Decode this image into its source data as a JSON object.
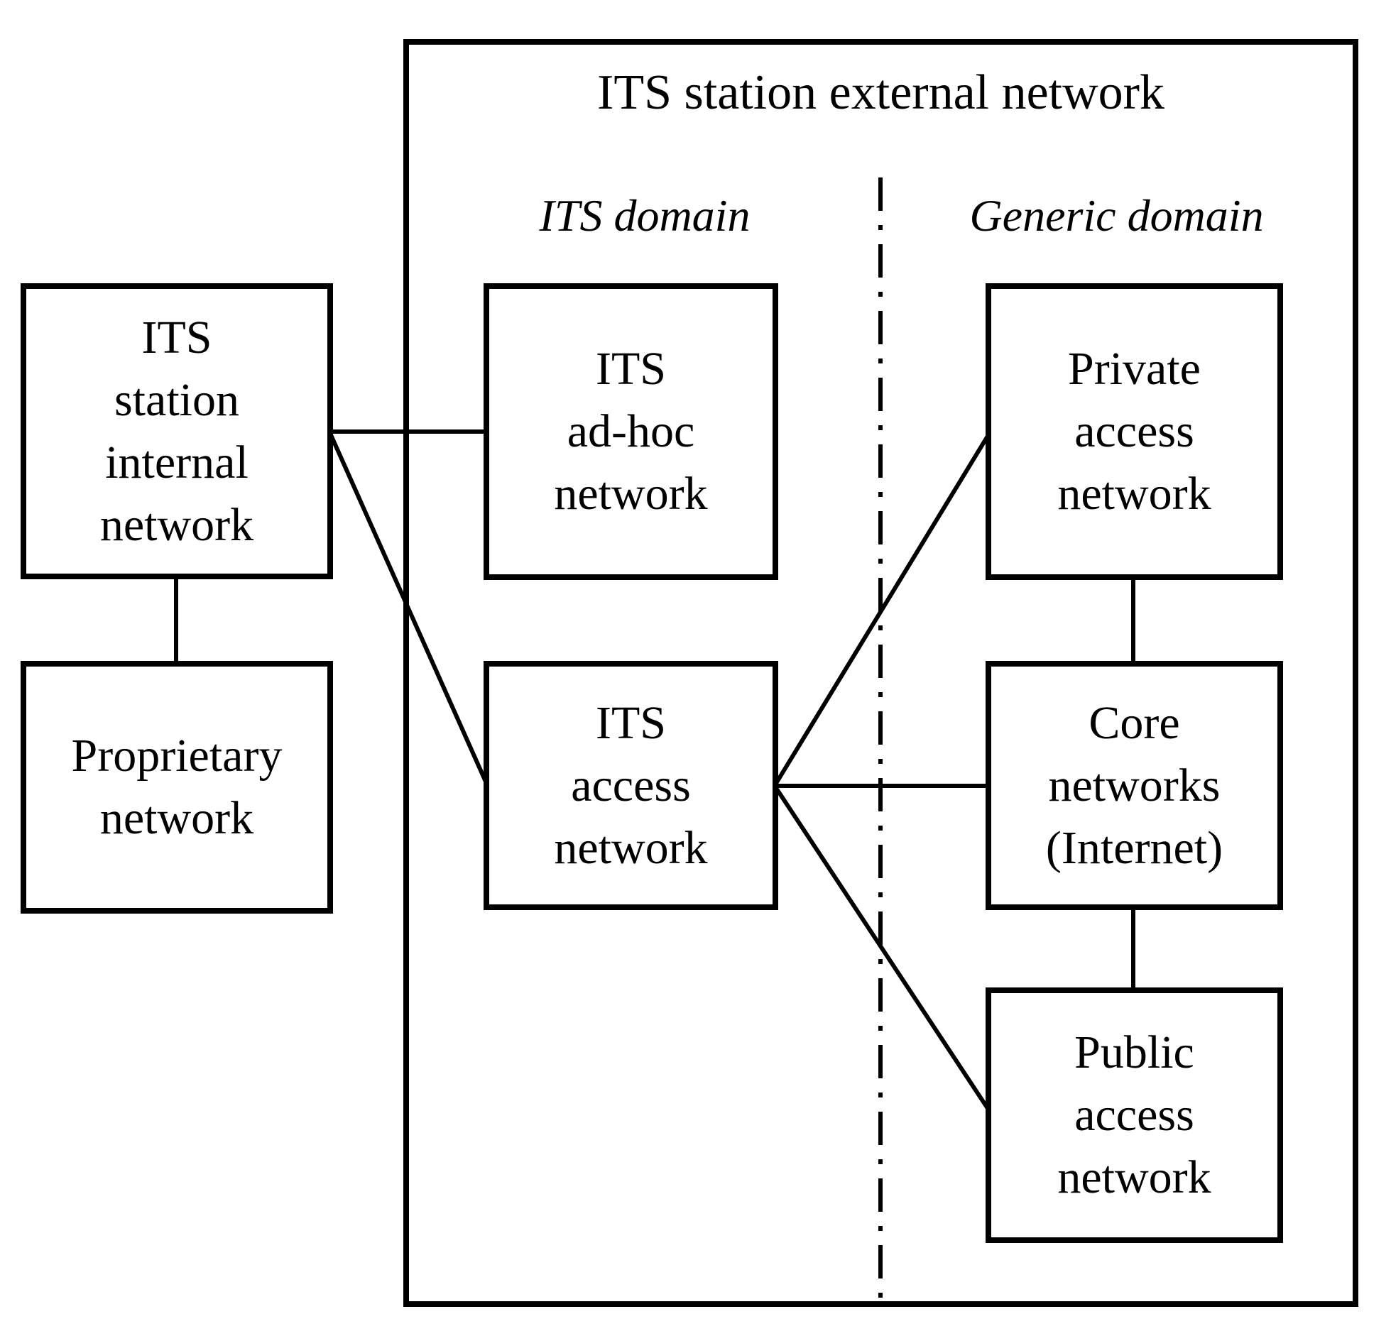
{
  "diagram": {
    "title": "ITS station external network",
    "domains": [
      {
        "id": "its-domain",
        "label": "ITS domain"
      },
      {
        "id": "generic-domain",
        "label": "Generic domain"
      }
    ],
    "nodes": [
      {
        "id": "its-station-internal-network",
        "lines": [
          "ITS",
          "station",
          "internal",
          "network"
        ]
      },
      {
        "id": "proprietary-network",
        "lines": [
          "Proprietary",
          "network"
        ]
      },
      {
        "id": "its-ad-hoc-network",
        "lines": [
          "ITS",
          "ad-hoc",
          "network"
        ]
      },
      {
        "id": "its-access-network",
        "lines": [
          "ITS",
          "access",
          "network"
        ]
      },
      {
        "id": "private-access-network",
        "lines": [
          "Private",
          "access",
          "network"
        ]
      },
      {
        "id": "core-networks-internet",
        "lines": [
          "Core",
          "networks",
          "(Internet)"
        ]
      },
      {
        "id": "public-access-network",
        "lines": [
          "Public",
          "access",
          "network"
        ]
      }
    ],
    "connections": [
      {
        "from": "its-station-internal-network",
        "to": "proprietary-network"
      },
      {
        "from": "its-station-internal-network",
        "to": "its-ad-hoc-network"
      },
      {
        "from": "its-station-internal-network",
        "to": "its-access-network"
      },
      {
        "from": "its-access-network",
        "to": "private-access-network"
      },
      {
        "from": "its-access-network",
        "to": "core-networks-internet"
      },
      {
        "from": "its-access-network",
        "to": "public-access-network"
      },
      {
        "from": "private-access-network",
        "to": "core-networks-internet"
      },
      {
        "from": "core-networks-internet",
        "to": "public-access-network"
      }
    ],
    "colors": {
      "line": "#000000",
      "text": "#000000",
      "background": "#ffffff"
    }
  }
}
